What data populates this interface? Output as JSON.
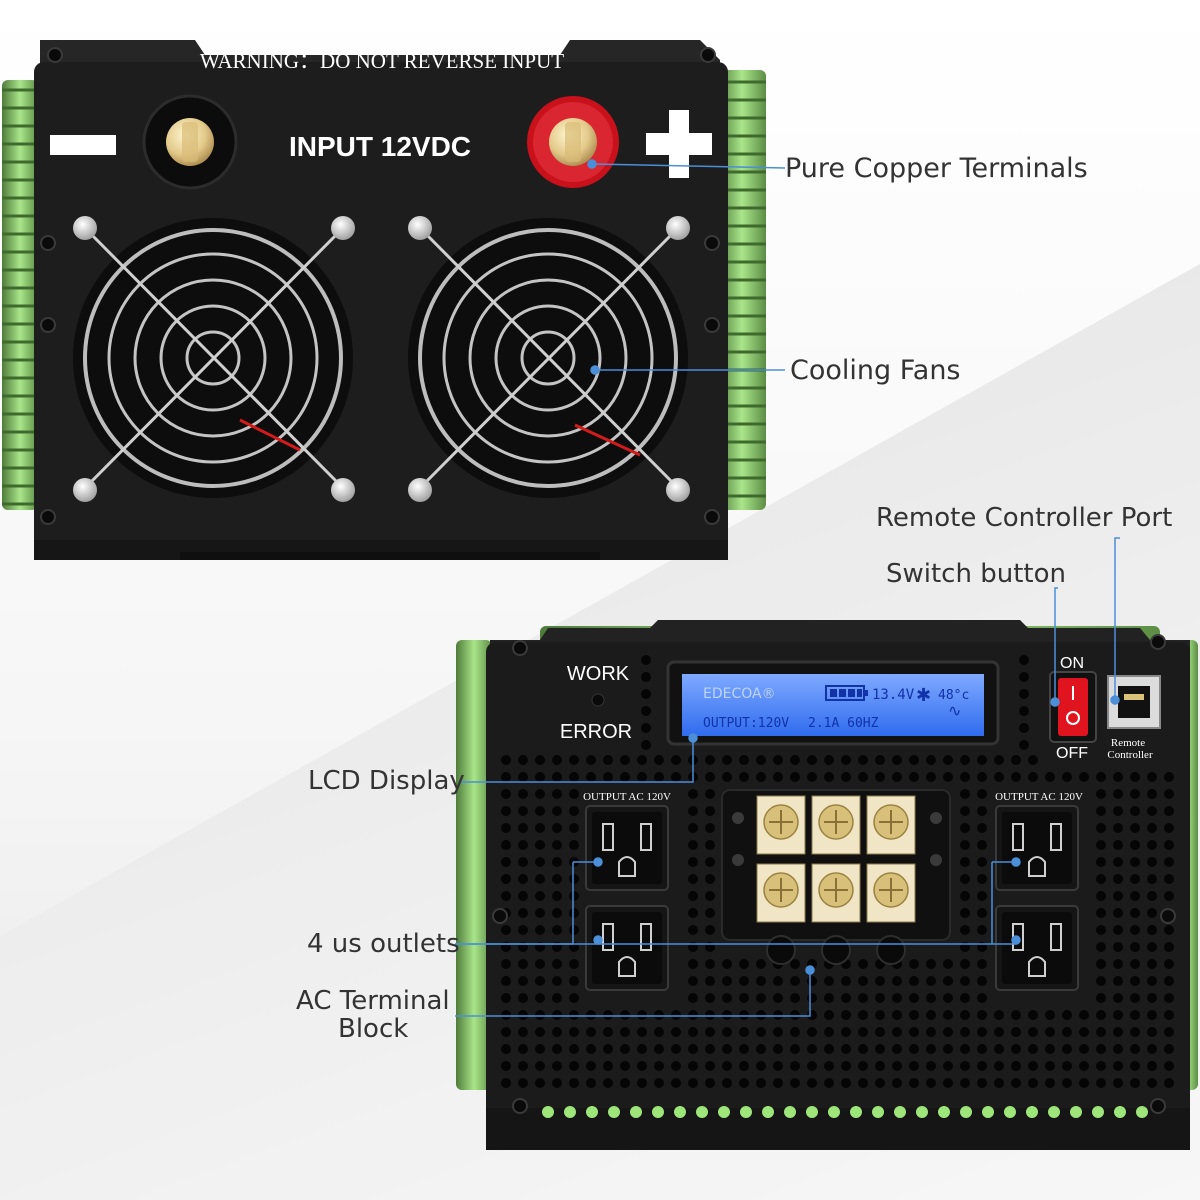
{
  "top_panel": {
    "warning": "WARNING：DO NOT  REVERSE  INPUT",
    "input_label": "INPUT 12VDC"
  },
  "bottom_panel": {
    "work_label": "WORK",
    "error_label": "ERROR",
    "on_label": "ON",
    "off_label": "OFF",
    "remote_label_1": "Remote",
    "remote_label_2": "Controller",
    "outlet_header": "OUTPUT  AC  120V",
    "lcd": {
      "brand": "EDECOA®",
      "battery_voltage": "13.4V",
      "temperature": "48°c",
      "output": "OUTPUT:120V",
      "current_freq": "2.1A 60HZ"
    }
  },
  "callouts": {
    "copper_terminals": "Pure Copper Terminals",
    "cooling_fans": "Cooling Fans",
    "remote_port": "Remote Controller Port",
    "switch_button": "Switch button",
    "lcd_display": "LCD Display",
    "outlets": "4 us outlets",
    "ac_terminal_1": "AC Terminal",
    "ac_terminal_2": "Block"
  },
  "colors": {
    "body": "#1c1c1c",
    "heatsink": "#8fd26b",
    "callout_line": "#4a90d9",
    "lcd_bg": "#2f6bff",
    "terminal_red": "#d3121b"
  }
}
